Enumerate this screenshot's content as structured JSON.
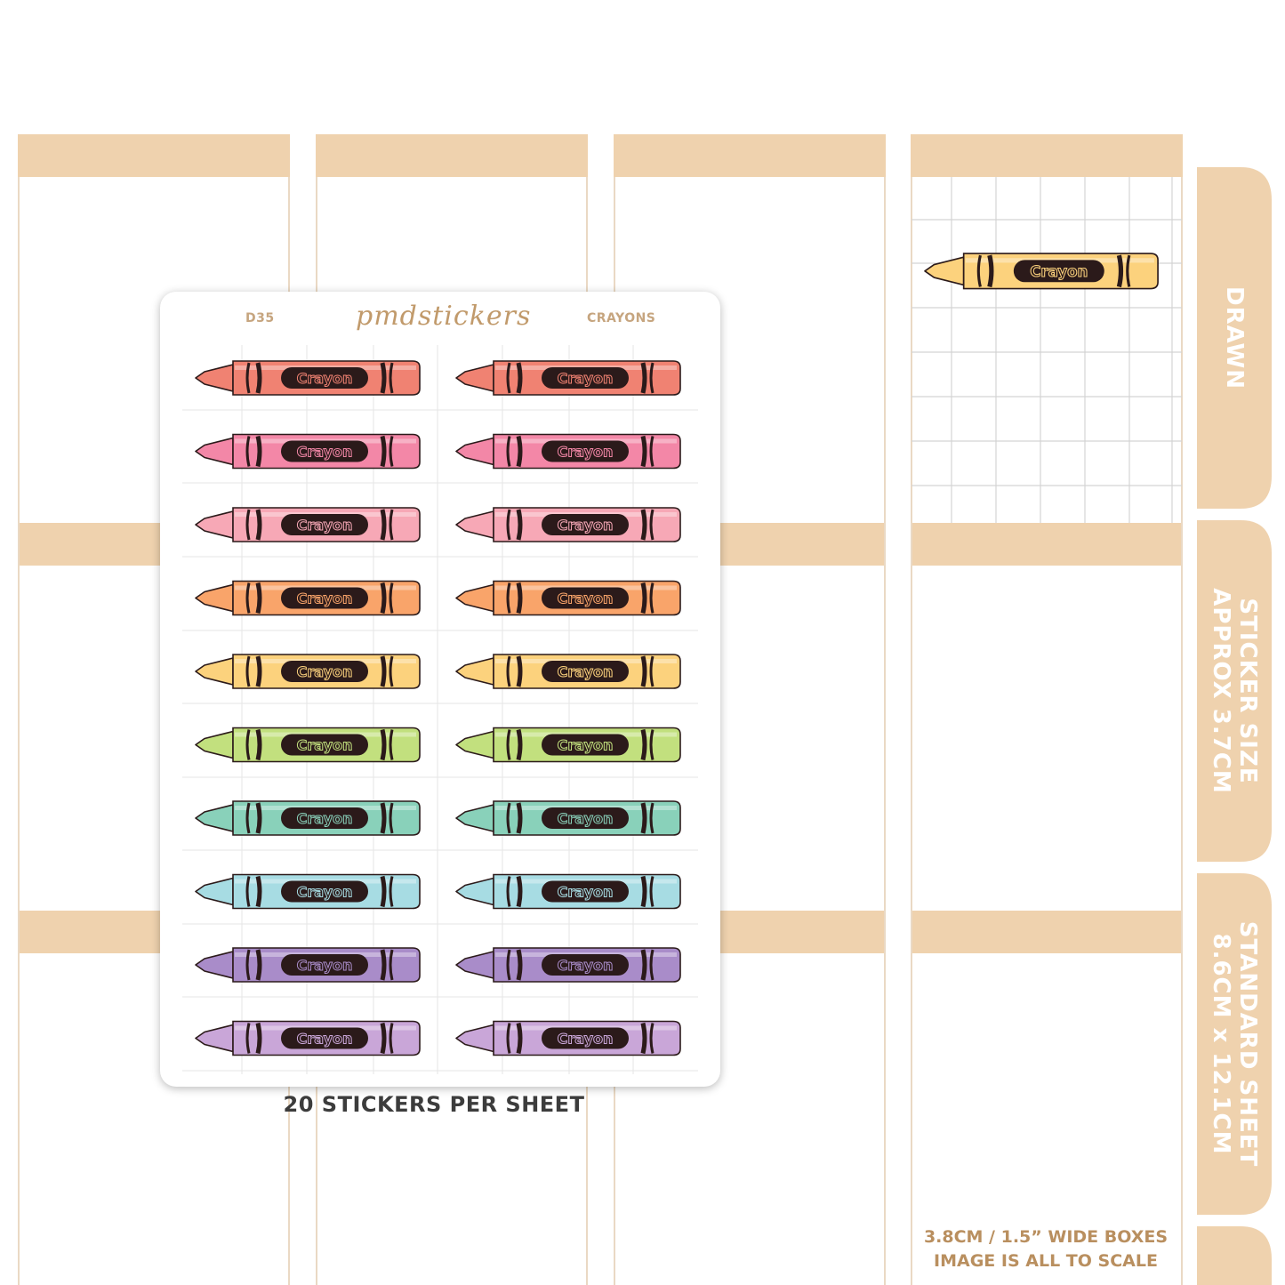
{
  "sheet": {
    "code": "D35",
    "brand": "pmdstickers",
    "title": "CRAYONS",
    "crayon_label": "Crayon",
    "footer": "20 STICKERS PER SHEET",
    "crayon_colors": [
      [
        "#f08272",
        "#f08272"
      ],
      [
        "#f387a7",
        "#f387a7"
      ],
      [
        "#f7a8b6",
        "#f7a8b6"
      ],
      [
        "#f9a46a",
        "#f9a46a"
      ],
      [
        "#fcd27d",
        "#fcd27d"
      ],
      [
        "#c2e07e",
        "#c2e07e"
      ],
      [
        "#89d1ba",
        "#89d1ba"
      ],
      [
        "#a7dce3",
        "#a7dce3"
      ],
      [
        "#a98cc9",
        "#a98cc9"
      ],
      [
        "#c9a6d8",
        "#c9a6d8"
      ]
    ]
  },
  "sample": {
    "label": "Crayon",
    "color": "#fcd27d"
  },
  "tabs": {
    "drawn": "DRAWN",
    "sticker_size": "STICKER SIZE\nAPPROX 3.7CM",
    "standard_sheet": "STANDARD SHEET\n8.6CM x 12.1CM"
  },
  "note": {
    "line1": "3.8CM / 1.5” WIDE BOXES",
    "line2": "IMAGE IS ALL TO SCALE"
  },
  "colors": {
    "accent": "#efd2ae",
    "line": "#ead9c4",
    "tab_text": "#ffffff"
  }
}
